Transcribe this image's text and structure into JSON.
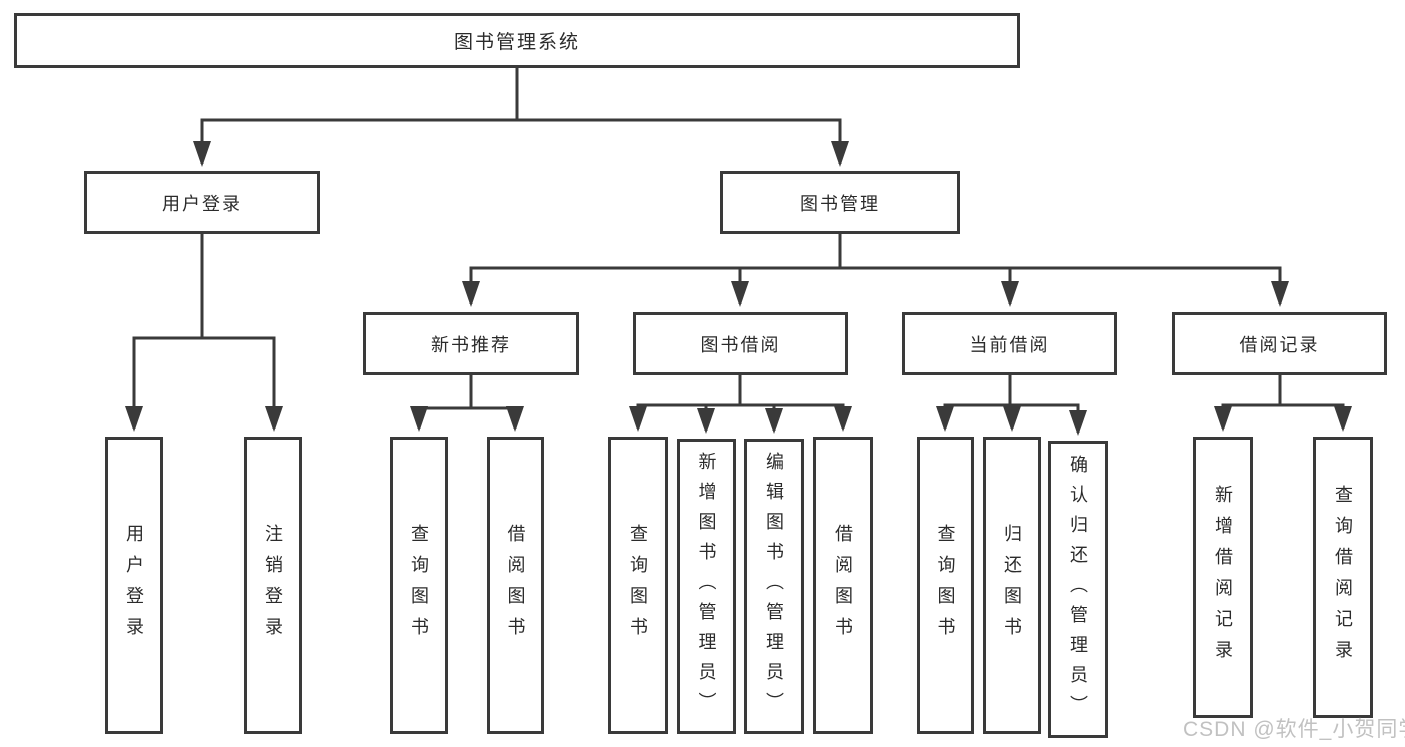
{
  "diagram": {
    "root": "图书管理系统",
    "level2": {
      "login": "用户登录",
      "books": "图书管理"
    },
    "level3": {
      "recommend": "新书推荐",
      "borrow": "图书借阅",
      "current": "当前借阅",
      "records": "借阅记录"
    },
    "leaves": {
      "login": [
        "用户登录",
        "注销登录"
      ],
      "recommend": [
        "查询图书",
        "借阅图书"
      ],
      "borrow": [
        "查询图书",
        "新增图书（管理员）",
        "编辑图书（管理员）",
        "借阅图书"
      ],
      "current": [
        "查询图书",
        "归还图书",
        "确认归还（管理员）"
      ],
      "records": [
        "新增借阅记录",
        "查询借阅记录"
      ]
    }
  },
  "watermark": "CSDN @软件_小贺同学",
  "colors": {
    "line": "#3a3a3a",
    "text": "#2b2b2b",
    "watermark": "#bebebe",
    "background": "#ffffff"
  }
}
